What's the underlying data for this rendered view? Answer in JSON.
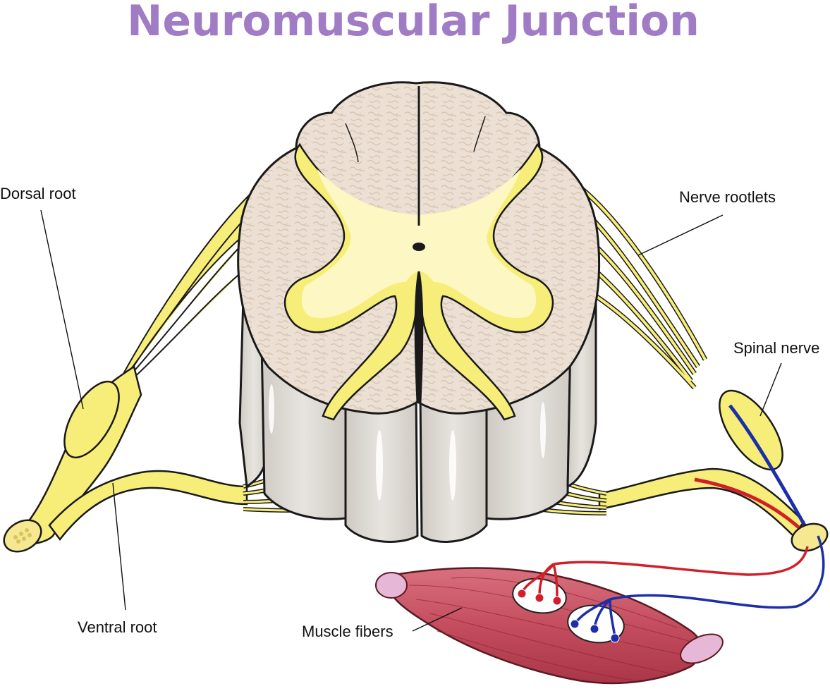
{
  "title": "Neuromuscular Junction",
  "labels": {
    "dorsal_root": "Dorsal root",
    "ventral_root": "Ventral root",
    "nerve_rootlets": "Nerve rootlets",
    "spinal_nerve": "Spinal  nerve",
    "muscle_fibers": "Muscle fibers"
  },
  "colors": {
    "title": "#a07cc5",
    "nerve_yellow": "#f7ee7a",
    "nerve_yellow_light": "#fbf6b8",
    "grey_matter": "#fdf7c4",
    "white_matter": "#e8dccf",
    "column_grey": "#dcd8d2",
    "muscle": "#c44d5e",
    "muscle_end": "#e6b7d6",
    "motor_red": "#d21e2a",
    "sensory_blue": "#1c2fa8"
  }
}
